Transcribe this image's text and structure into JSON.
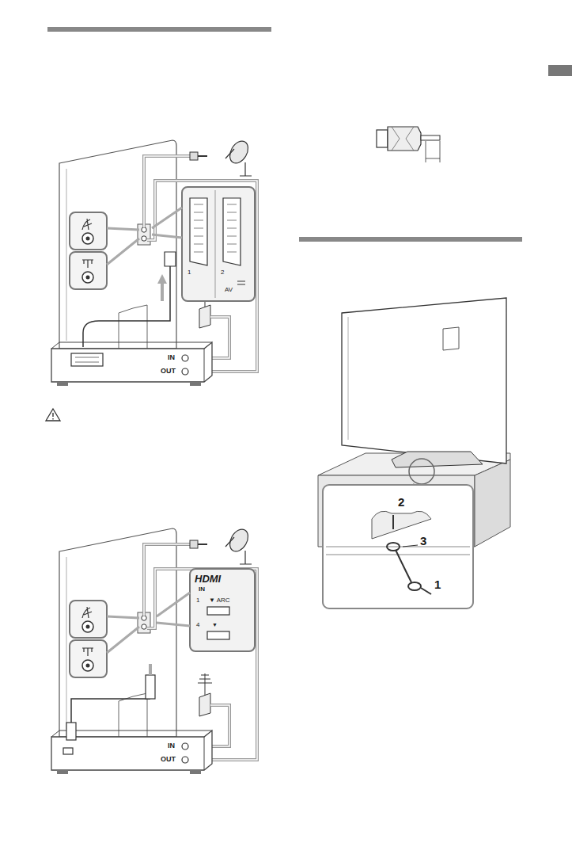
{
  "diagram": {
    "labels": [
      "1",
      "2",
      "AV",
      "IN",
      "OUT",
      "HDMI",
      "IN",
      "1",
      "▼ ARC",
      "4",
      "▼",
      "IN",
      "OUT",
      "2",
      "3",
      "1"
    ]
  }
}
